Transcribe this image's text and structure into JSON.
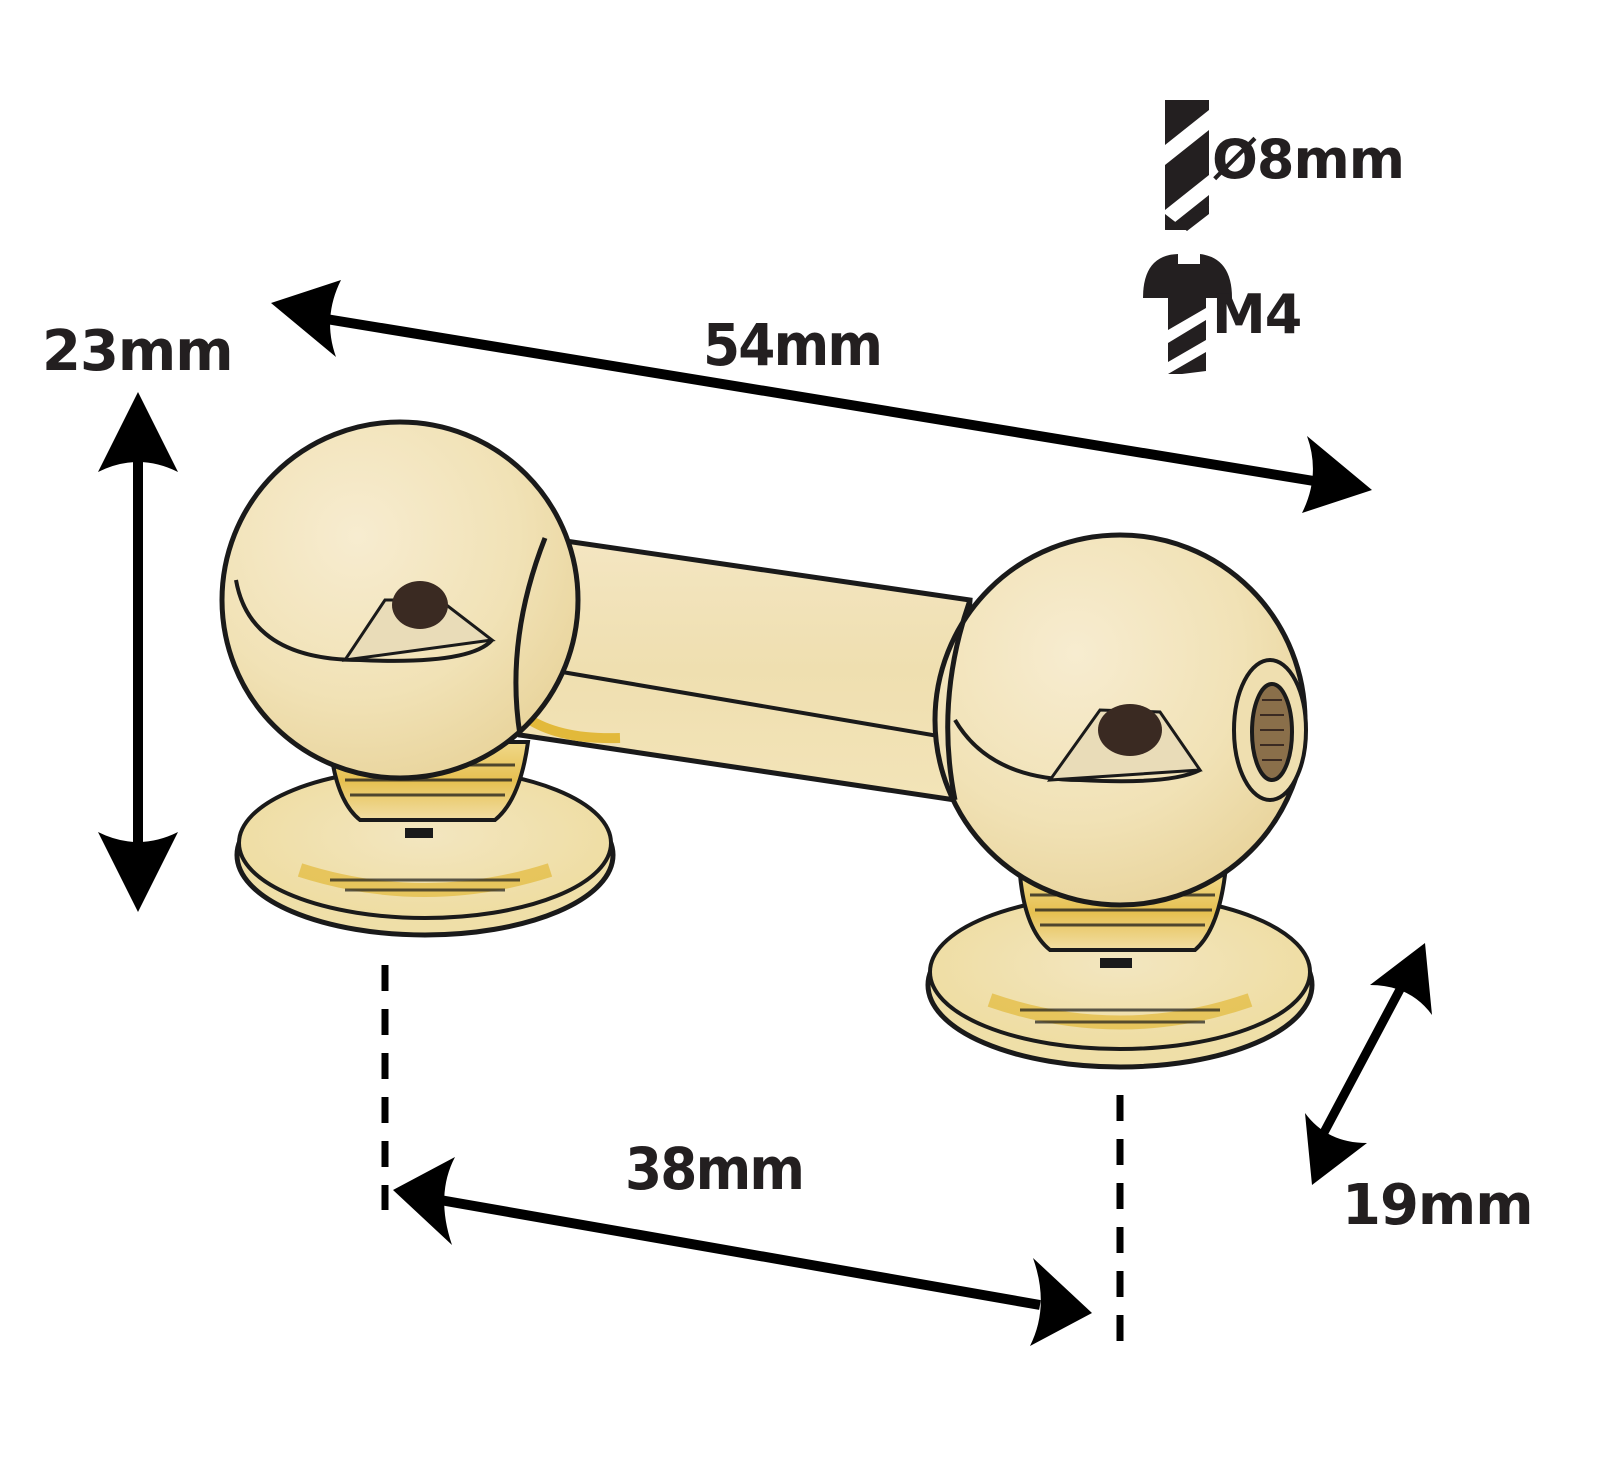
{
  "diagram": {
    "subject": "brass ball-end cabinet handle with two round base rosettes",
    "colors": {
      "background": "#ffffff",
      "ink": "#231f20",
      "brass_light": "#f3e6c0",
      "brass_mid": "#ecd79a",
      "brass_dark": "#e2b93a",
      "shadow": "#3a2a22"
    },
    "dimensions": {
      "height": {
        "label": "23mm",
        "orientation": "vertical"
      },
      "length": {
        "label": "54mm",
        "orientation": "diagonal"
      },
      "hole_spacing": {
        "label": "38mm",
        "orientation": "diagonal"
      },
      "base_diameter": {
        "label": "19mm",
        "orientation": "diagonal"
      }
    },
    "specs": [
      {
        "icon": "drill-bit-icon",
        "label": "Ø8mm"
      },
      {
        "icon": "screw-icon",
        "label": "M4"
      }
    ]
  }
}
